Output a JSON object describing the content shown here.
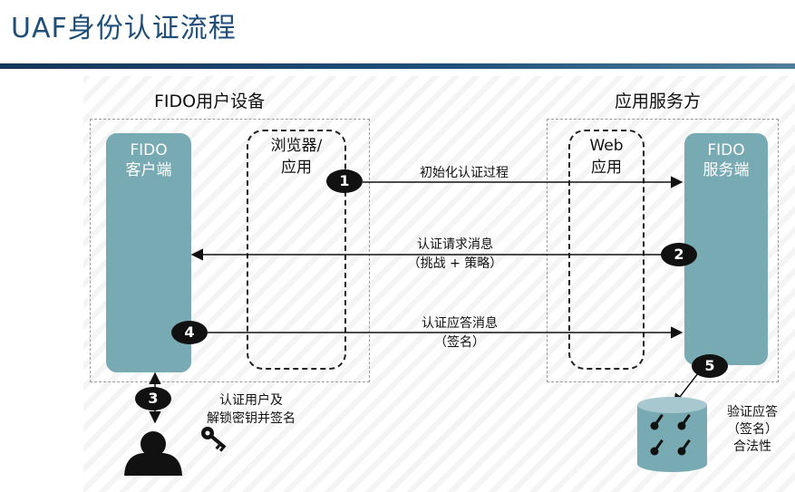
{
  "title": "UAF身份认证流程",
  "user_side": {
    "label": "FIDO用户设备",
    "client": {
      "line1": "FIDO",
      "line2": "客户端"
    },
    "browser": {
      "line1": "浏览器/",
      "line2": "应用"
    }
  },
  "server_side": {
    "label": "应用服务方",
    "web": {
      "line1": "Web",
      "line2": "应用"
    },
    "server": {
      "line1": "FIDO",
      "line2": "服务端"
    }
  },
  "messages": [
    {
      "step": "1",
      "line1": "初始化认证过程",
      "line2": ""
    },
    {
      "step": "2",
      "line1": "认证请求消息",
      "line2": "（挑战 + 策略）"
    },
    {
      "step": "4",
      "line1": "认证应答消息",
      "line2": "（签名）"
    }
  ],
  "step3": {
    "step": "3",
    "line1": "认证用户及",
    "line2": "解锁密钥并签名"
  },
  "step5": {
    "step": "5",
    "line1": "验证应答",
    "line2": "（签名）",
    "line3": "合法性"
  },
  "colors": {
    "title": "#1f4e79",
    "pill": "#78aab3",
    "badge": "#111111"
  },
  "icons": [
    "user-icon",
    "key-icon",
    "database-icon"
  ]
}
